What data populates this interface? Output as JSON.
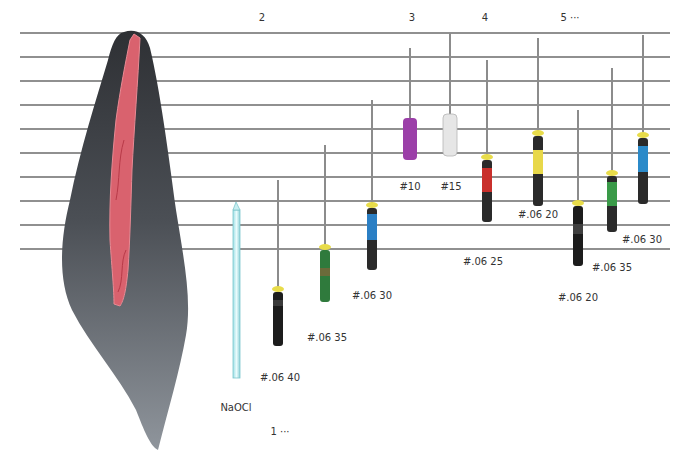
{
  "diagram": {
    "labels": [
      "2",
      "3",
      "4",
      "5 ···",
      "NaOCl",
      "1 ···",
      "#.06 40",
      "#.06 35",
      "#.06 30",
      "#10",
      "#15",
      "#.06 25",
      "#.06 20",
      "#.06 20",
      "#.06 35",
      "#.06 30"
    ]
  }
}
